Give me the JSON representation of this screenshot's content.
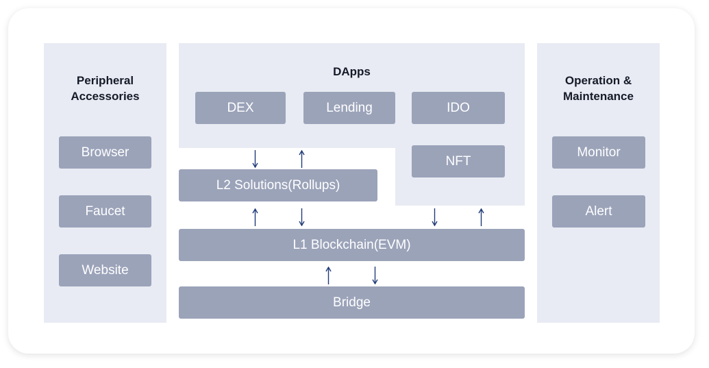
{
  "panels": {
    "left_title_line1": "Peripheral",
    "left_title_line2": "Accessories",
    "dapps_title": "DApps",
    "right_title_line1": "Operation &",
    "right_title_line2": "Maintenance"
  },
  "left_items": [
    "Browser",
    "Faucet",
    "Website"
  ],
  "dapps_items": [
    "DEX",
    "Lending",
    "IDO",
    "NFT"
  ],
  "right_items": [
    "Monitor",
    "Alert"
  ],
  "layers": {
    "l2": "L2 Solutions(Rollups)",
    "l1": "L1 Blockchain(EVM)",
    "bridge": "Bridge"
  },
  "colors": {
    "panel": "#e8ebf3",
    "box": "#9ba3b9",
    "arrow": "#1f3a78"
  }
}
